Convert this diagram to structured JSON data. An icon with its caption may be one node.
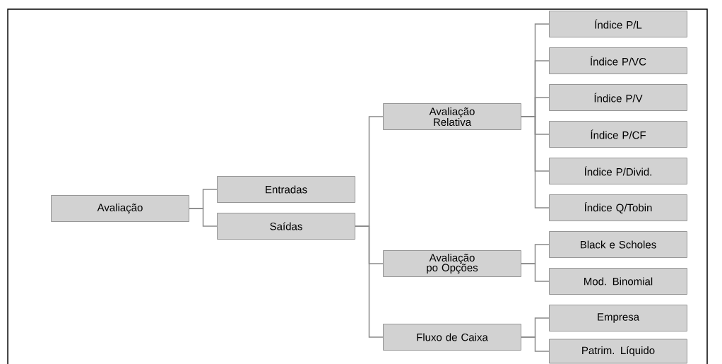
{
  "diagram": {
    "nodes": [
      {
        "text": [
          "Avaliação"
        ]
      },
      {
        "text": [
          "Entradas"
        ]
      },
      {
        "text": [
          "Saídas"
        ]
      },
      {
        "text": [
          "Avaliação Relativa"
        ]
      },
      {
        "text": [
          "Índice P/L"
        ]
      },
      {
        "text": [
          "Índice P/VC"
        ]
      },
      {
        "text": [
          "Índice P/V"
        ]
      },
      {
        "text": [
          "Índice P/CF"
        ]
      },
      {
        "text": [
          "Índice P/Divid."
        ]
      },
      {
        "text": [
          "Índice Q/Tobin"
        ]
      },
      {
        "text": [
          "Avaliação po Opções"
        ]
      },
      {
        "text": [
          "Black e Scholes"
        ]
      },
      {
        "text": [
          "Mod. Binomial"
        ]
      },
      {
        "text": [
          "Fluxo de Caixa"
        ]
      },
      {
        "text": [
          "Empresa"
        ]
      },
      {
        "text": [
          "Patrim. Líquido"
        ]
      }
    ],
    "edges": [
      {
        "from": 0,
        "to": 1,
        "arrow": "none"
      },
      {
        "from": 0,
        "to": 2,
        "arrow": "none"
      },
      {
        "from": 2,
        "to": 3,
        "arrow": "none"
      },
      {
        "from": 2,
        "to": 10,
        "arrow": "none"
      },
      {
        "from": 2,
        "to": 13,
        "arrow": "none"
      },
      {
        "from": 3,
        "to": 4,
        "arrow": "none"
      },
      {
        "from": 3,
        "to": 5,
        "arrow": "none"
      },
      {
        "from": 3,
        "to": 6,
        "arrow": "none"
      },
      {
        "from": 3,
        "to": 7,
        "arrow": "none"
      },
      {
        "from": 3,
        "to": 8,
        "arrow": "none"
      },
      {
        "from": 3,
        "to": 9,
        "arrow": "none"
      },
      {
        "from": 10,
        "to": 11,
        "arrow": "none"
      },
      {
        "from": 10,
        "to": 12,
        "arrow": "none"
      },
      {
        "from": 13,
        "to": 14,
        "arrow": "none"
      },
      {
        "from": 13,
        "to": 15,
        "arrow": "none"
      }
    ]
  }
}
